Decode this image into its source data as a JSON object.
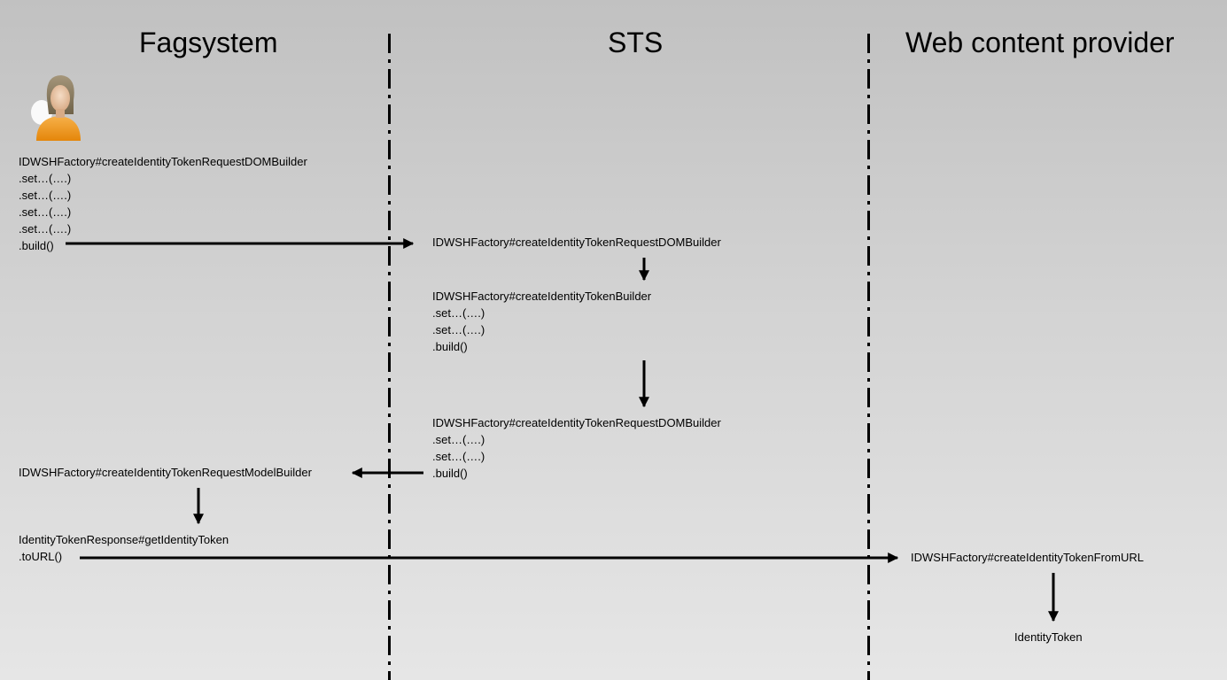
{
  "lanes": {
    "fagsystem": "Fagsystem",
    "sts": "STS",
    "web_content_provider": "Web content provider"
  },
  "blocks": {
    "fag_request": [
      "IDWSHFactory#createIdentityTokenRequestDOMBuilder",
      ".set…(….)",
      ".set…(….)",
      ".set…(….)",
      ".set…(….)",
      ".build()"
    ],
    "sts_request_dom": "IDWSHFactory#createIdentityTokenRequestDOMBuilder",
    "sts_token_builder": [
      "IDWSHFactory#createIdentityTokenBuilder",
      ".set…(….)",
      ".set…(….)",
      ".build()"
    ],
    "sts_response_dom": [
      "IDWSHFactory#createIdentityTokenRequestDOMBuilder",
      ".set…(….)",
      ".set…(….)",
      ".build()"
    ],
    "fag_model_builder": "IDWSHFactory#createIdentityTokenRequestModelBuilder",
    "fag_get_token": [
      "IdentityTokenResponse#getIdentityToken",
      ".toURL()"
    ],
    "wcp_from_url": "IDWSHFactory#createIdentityTokenFromURL",
    "wcp_identity_token": "IdentityToken"
  },
  "icons": {
    "user": "user-avatar-icon"
  },
  "colors": {
    "avatar_shirt": "#f39c12",
    "avatar_hair": "#8a7a5c"
  }
}
